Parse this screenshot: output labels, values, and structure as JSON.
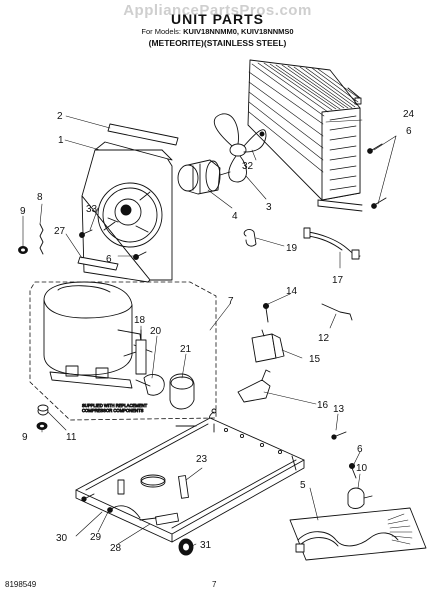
{
  "header": {
    "watermark": "AppliancePartsPros.com",
    "title": "UNIT PARTS",
    "models_label": "For Models:",
    "models": "KUIV18NNMM0, KUIV18NNMS0",
    "variant": "(METEORITE)(STAINLESS STEEL)"
  },
  "callouts": [
    "1",
    "2",
    "3",
    "4",
    "5",
    "6",
    "6",
    "6",
    "7",
    "8",
    "9",
    "9",
    "10",
    "11",
    "12",
    "13",
    "14",
    "15",
    "16",
    "17",
    "18",
    "19",
    "20",
    "21",
    "23",
    "24",
    "27",
    "28",
    "29",
    "30",
    "31",
    "32",
    "33"
  ],
  "compressor_note": [
    "SUPPLIED WITH REPLACEMENT",
    "COMPRESSOR COMPONENTS"
  ],
  "footer": {
    "doc_number": "8198549",
    "page": "7"
  }
}
